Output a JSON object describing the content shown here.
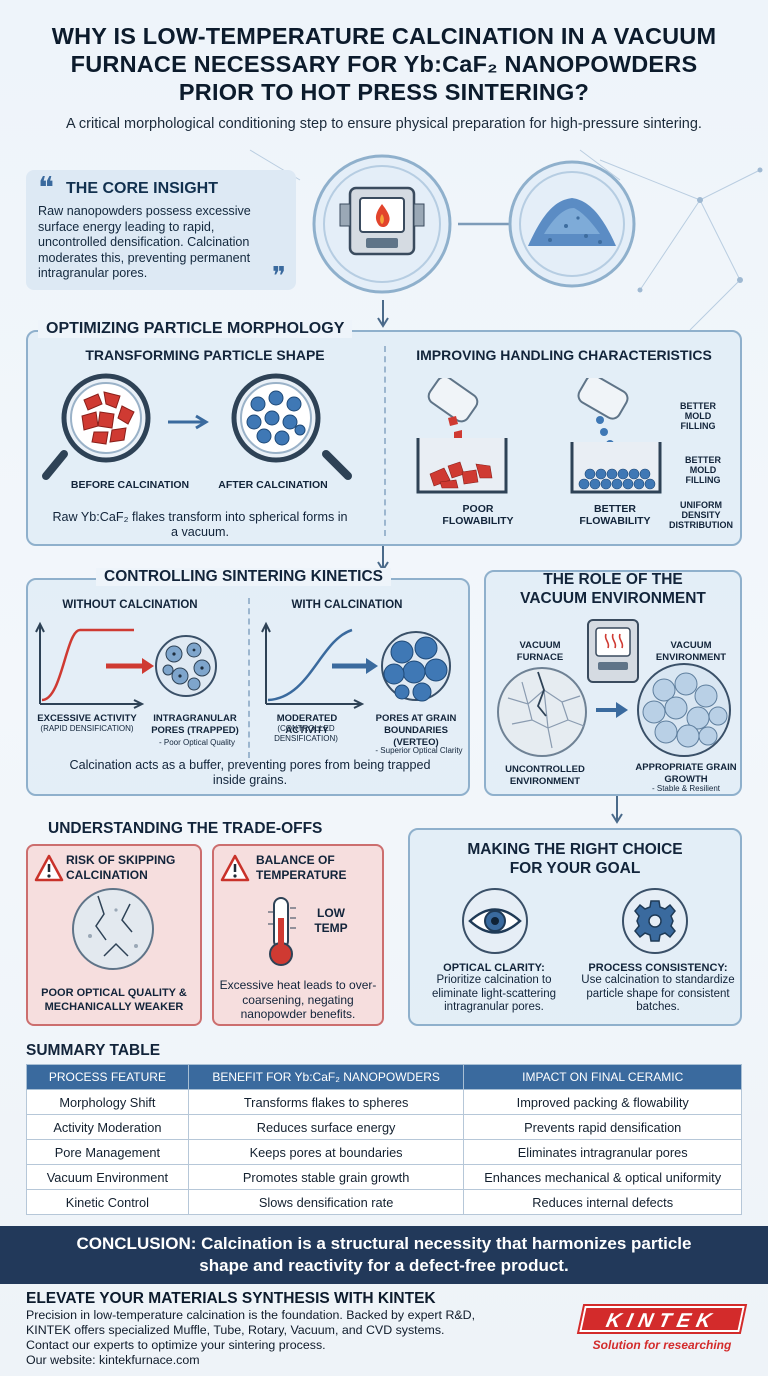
{
  "header": {
    "title_line1": "WHY IS LOW-TEMPERATURE CALCINATION IN A VACUUM",
    "title_line2": "FURNACE NECESSARY FOR Yb:CaF₂ NANOPOWDERS",
    "title_line3": "PRIOR TO HOT PRESS SINTERING?",
    "subtitle": "A critical morphological conditioning step to ensure physical preparation for high-pressure sintering."
  },
  "insight": {
    "title": "THE CORE INSIGHT",
    "body": "Raw nanopowders possess excessive surface energy leading to rapid, uncontrolled densification. Calcination moderates this, preventing permanent intragranular pores."
  },
  "morphology": {
    "title": "OPTIMIZING PARTICLE MORPHOLOGY",
    "shape_title": "TRANSFORMING PARTICLE SHAPE",
    "before": "BEFORE CALCINATION",
    "after": "AFTER CALCINATION",
    "caption": "Raw Yb:CaF₂ flakes transform into spherical forms in a vacuum.",
    "handling_title": "IMPROVING HANDLING CHARACTERISTICS",
    "poor": "POOR FLOWABILITY",
    "better": "BETTER FLOWABILITY",
    "mold1": "BETTER MOLD FILLING",
    "mold2": "BETTER MOLD FILLING",
    "uniform": "UNIFORM DENSITY DISTRIBUTION"
  },
  "kinetics": {
    "title": "CONTROLLING SINTERING KINETICS",
    "without": "WITHOUT CALCINATION",
    "with": "WITH CALCINATION",
    "excessive": "EXCESSIVE ACTIVITY",
    "excessive_sub": "(RAPID DENSIFICATION)",
    "intra": "INTRAGRANULAR PORES (TRAPPED)",
    "intra_sub": "- Poor Optical Quality",
    "moderated": "MODERATED ACTIVITY",
    "moderated_sub": "(CONTROLLED DENSIFICATION)",
    "pores": "PORES AT GRAIN BOUNDARIES (VERTEO)",
    "pores_sub": "- Superior Optical Clarity",
    "caption": "Calcination acts as a buffer, preventing pores from being trapped inside grains."
  },
  "vacuum": {
    "title_line1": "THE ROLE OF THE",
    "title_line2": "VACUUM ENVIRONMENT",
    "furnace": "VACUUM FURNACE",
    "env": "VACUUM ENVIRONMENT",
    "uncontrolled": "UNCONTROLLED ENVIRONMENT",
    "appropriate": "APPROPRIATE GRAIN GROWTH",
    "appropriate_sub": "- Stable & Resilient"
  },
  "tradeoffs": {
    "title": "UNDERSTANDING THE TRADE-OFFS",
    "risk_title": "RISK OF SKIPPING CALCINATION",
    "risk_caption": "POOR OPTICAL QUALITY & MECHANICALLY WEAKER",
    "balance_title": "BALANCE OF TEMPERATURE",
    "low": "LOW",
    "temp": "TEMP",
    "balance_caption": "Excessive heat leads to over-coarsening, negating nanopowder benefits."
  },
  "choice": {
    "title_line1": "MAKING THE RIGHT CHOICE",
    "title_line2": "FOR YOUR GOAL",
    "optical_title": "OPTICAL CLARITY:",
    "optical_body": "Prioritize calcination to eliminate light-scattering intragranular pores.",
    "process_title": "PROCESS CONSISTENCY:",
    "process_body": "Use calcination to standardize particle shape for consistent batches."
  },
  "summary": {
    "title": "SUMMARY TABLE",
    "headers": [
      "PROCESS FEATURE",
      "BENEFIT FOR Yb:CaF₂ NANOPOWDERS",
      "IMPACT ON FINAL CERAMIC"
    ],
    "rows": [
      [
        "Morphology Shift",
        "Transforms flakes to spheres",
        "Improved packing & flowability"
      ],
      [
        "Activity Moderation",
        "Reduces surface energy",
        "Prevents rapid densification"
      ],
      [
        "Pore Management",
        "Keeps pores at boundaries",
        "Eliminates intragranular pores"
      ],
      [
        "Vacuum Environment",
        "Promotes stable grain growth",
        "Enhances mechanical & optical uniformity"
      ],
      [
        "Kinetic Control",
        "Slows densification rate",
        "Reduces internal defects"
      ]
    ]
  },
  "conclusion": {
    "line1": "CONCLUSION: Calcination is a structural necessity that harmonizes particle",
    "line2": "shape and reactivity for a defect-free product."
  },
  "elevate": {
    "title": "ELEVATE YOUR MATERIALS SYNTHESIS WITH KINTEK",
    "l1": "Precision in low-temperature calcination is the foundation. Backed by expert R&D,",
    "l2": "KINTEK offers specialized Muffle, Tube, Rotary, Vacuum, and CVD systems.",
    "l3": "Contact our experts to optimize your sintering process.",
    "l4": "Our website: kintekfurnace.com"
  },
  "brand": {
    "logo": "KINTEK",
    "tagline": "Solution for researching"
  },
  "colors": {
    "accent": "#3a6a9e",
    "dark": "#22395a",
    "warn": "#cc6e6e"
  }
}
